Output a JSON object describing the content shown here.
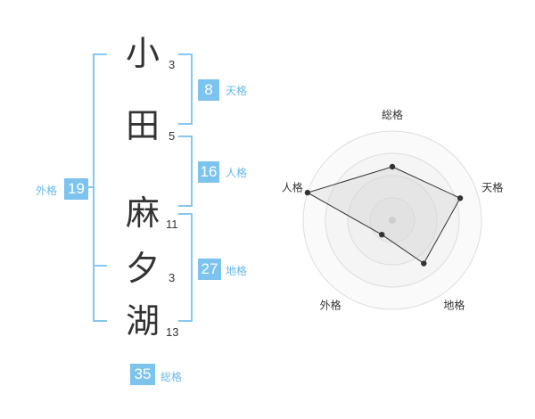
{
  "name": {
    "chars": [
      {
        "char": "小",
        "strokes": "3"
      },
      {
        "char": "田",
        "strokes": "5"
      },
      {
        "char": "麻",
        "strokes": "11"
      },
      {
        "char": "夕",
        "strokes": "3"
      },
      {
        "char": "湖",
        "strokes": "13"
      }
    ]
  },
  "kaku": {
    "tenkaku": {
      "value": "8",
      "label": "天格"
    },
    "jinkaku": {
      "value": "16",
      "label": "人格"
    },
    "chikaku": {
      "value": "27",
      "label": "地格"
    },
    "gaikaku": {
      "value": "19",
      "label": "外格"
    },
    "soukaku": {
      "value": "35",
      "label": "総格"
    }
  },
  "colors": {
    "badge": "#7cc3ee",
    "bracket": "#84c8f0",
    "label": "#68b8e8",
    "text": "#333333"
  },
  "chart_data": {
    "type": "radar",
    "axes": [
      "総格",
      "天格",
      "地格",
      "外格",
      "人格"
    ],
    "values": [
      3,
      4,
      3,
      1,
      5
    ],
    "max": 5,
    "rings": 4
  }
}
